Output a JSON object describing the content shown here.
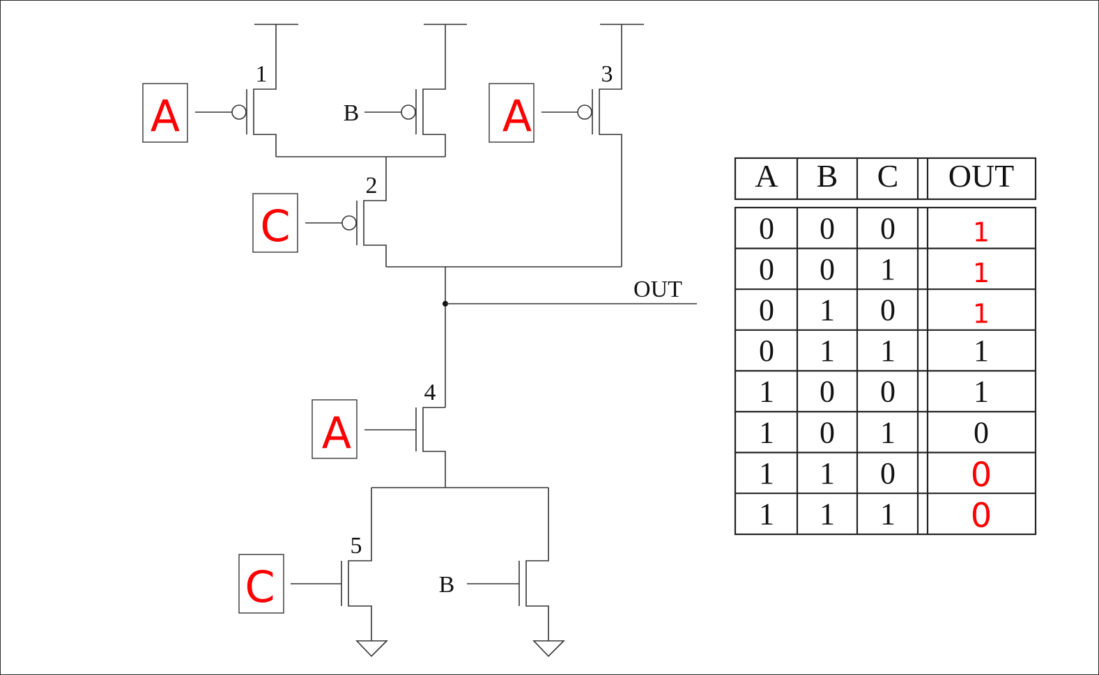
{
  "circuit": {
    "transistor_numbers": [
      "1",
      "2",
      "3",
      "4",
      "5"
    ],
    "input_labels": {
      "t1": "A",
      "t2": "C",
      "t3": "A",
      "t4": "A",
      "t5": "C",
      "pmos_b": "B",
      "nmos_b": "B"
    },
    "output_label": "OUT"
  },
  "truth_table": {
    "headers": [
      "A",
      "B",
      "C",
      "OUT"
    ],
    "rows": [
      [
        "0",
        "0",
        "0",
        "1"
      ],
      [
        "0",
        "0",
        "1",
        "1"
      ],
      [
        "0",
        "1",
        "0",
        "1"
      ],
      [
        "0",
        "1",
        "1",
        "1"
      ],
      [
        "1",
        "0",
        "0",
        "1"
      ],
      [
        "1",
        "0",
        "1",
        "0"
      ],
      [
        "1",
        "1",
        "0",
        "0"
      ],
      [
        "1",
        "1",
        "1",
        "0"
      ]
    ],
    "handwritten_out_rows": [
      0,
      1,
      2,
      6,
      7
    ]
  },
  "colors": {
    "ink": "#333333",
    "handwriting": "#ff0000"
  }
}
